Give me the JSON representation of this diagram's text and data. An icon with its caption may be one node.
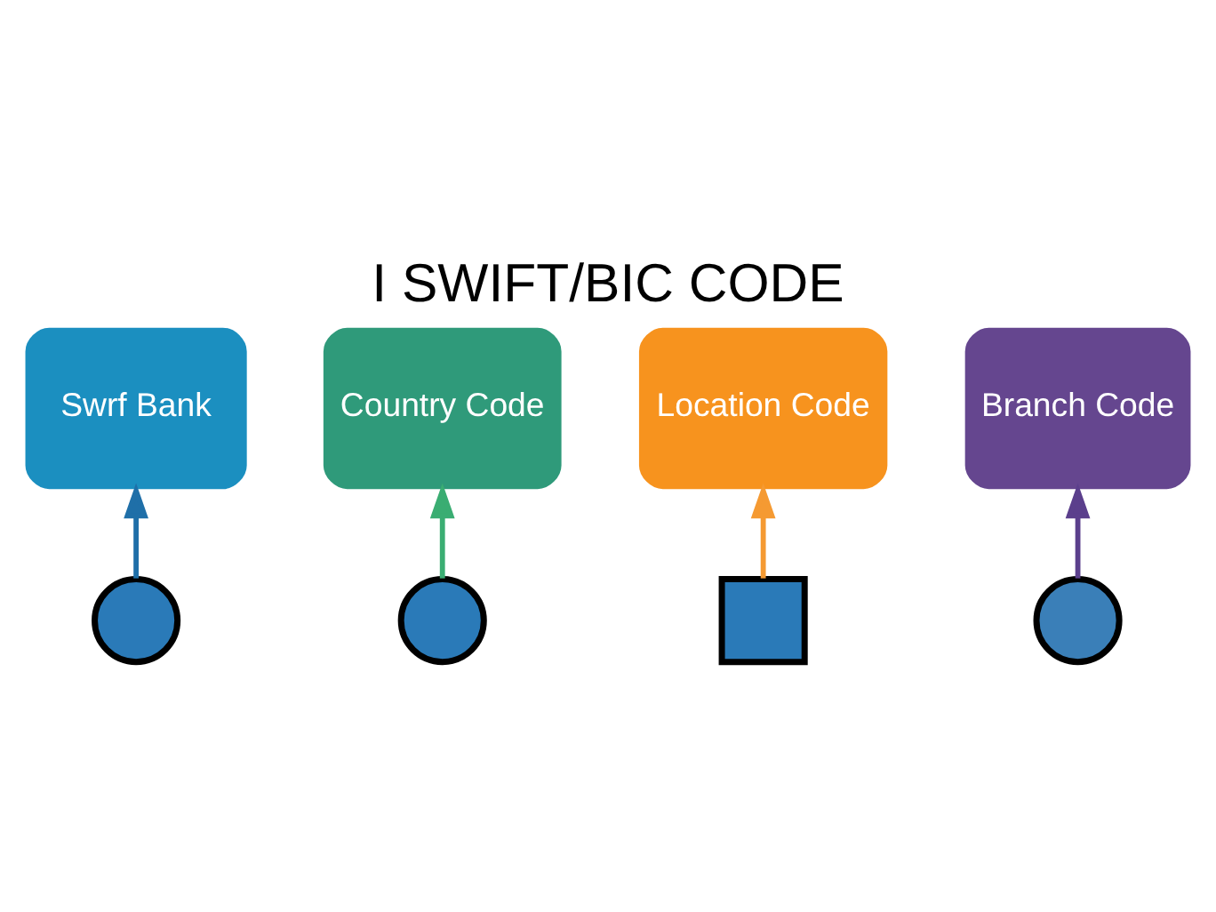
{
  "diagram": {
    "title": "I SWIFT/BIC CODE",
    "nodes": [
      {
        "text": [
          "Swrf Bank"
        ]
      },
      {
        "text": [
          "Country Code"
        ]
      },
      {
        "text": [
          "Location Code"
        ]
      },
      {
        "text": [
          "Branch Code"
        ]
      },
      {
        "text": [],
        "shape": "circle"
      },
      {
        "text": [],
        "shape": "circle"
      },
      {
        "text": [],
        "shape": "box"
      },
      {
        "text": [],
        "shape": "circle"
      }
    ],
    "edges": [
      {
        "from": 4,
        "to": 0,
        "arrow": "to",
        "color": "#1f6fa8"
      },
      {
        "from": 5,
        "to": 1,
        "arrow": "to",
        "color": "#3aad72"
      },
      {
        "from": 6,
        "to": 2,
        "arrow": "to",
        "color": "#f59a32"
      },
      {
        "from": 7,
        "to": 3,
        "arrow": "to",
        "color": "#5b3f8c"
      }
    ]
  }
}
